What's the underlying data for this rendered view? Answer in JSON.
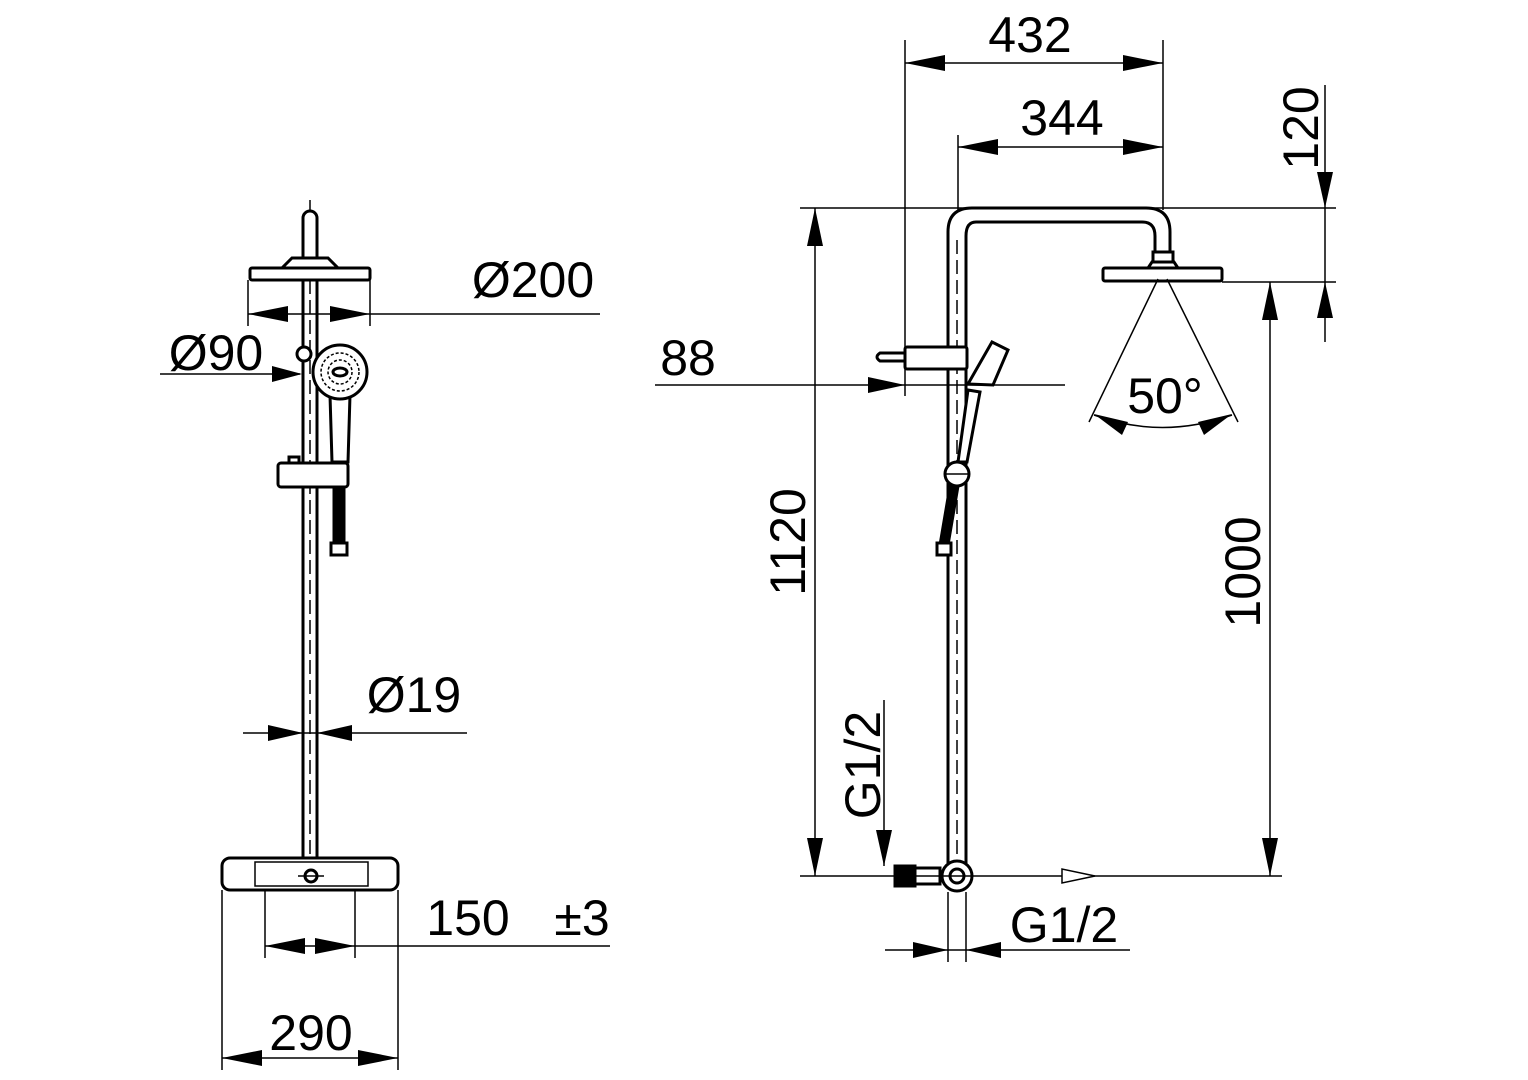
{
  "drawing": {
    "front_view": {
      "head_diameter": "Ø200",
      "hand_shower_diameter": "Ø90",
      "rail_diameter": "Ø19",
      "connection_spacing": "150",
      "connection_tolerance": "±3",
      "thermostat_width": "290"
    },
    "side_view": {
      "overhead_arm_length": "432",
      "arm_projection": "344",
      "head_height_offset": "120",
      "wall_distance": "88",
      "spray_angle": "50°",
      "total_height": "1120",
      "head_height": "1000",
      "inlet_thread_vertical": "G1/2",
      "outlet_thread": "G1/2"
    },
    "colors": {
      "line": "#000000",
      "background": "#ffffff"
    }
  }
}
